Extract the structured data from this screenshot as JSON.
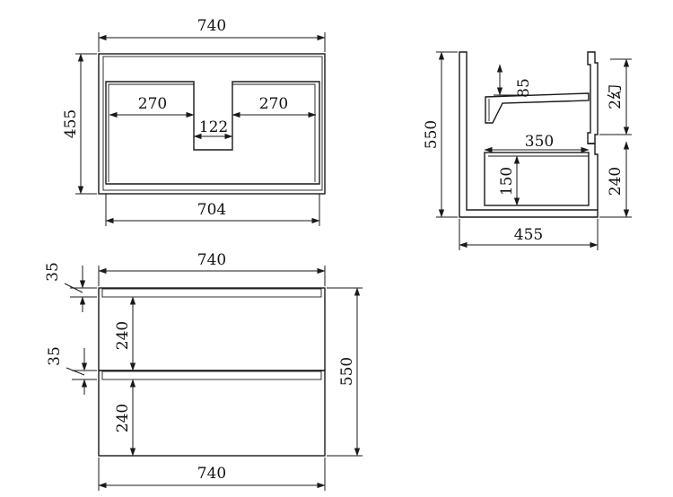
{
  "top_view": {
    "width_label": "740",
    "depth_label": "455",
    "left_cut_label": "270",
    "right_cut_label": "270",
    "gap_label": "122",
    "inner_width_label": "704"
  },
  "side_view": {
    "height_label": "550",
    "notch_label": "85",
    "drawer_depth_label": "350",
    "drawer_inner_height_label": "150",
    "upper_drawer_label": "2幻",
    "lower_drawer_label": "240",
    "depth_label": "455"
  },
  "front_view": {
    "top_width_label": "740",
    "top_gap_label": "35",
    "upper_drawer_height_label": "240",
    "middle_gap_label": "35",
    "lower_drawer_height_label": "240",
    "height_label": "550",
    "bottom_width_label": "740"
  }
}
